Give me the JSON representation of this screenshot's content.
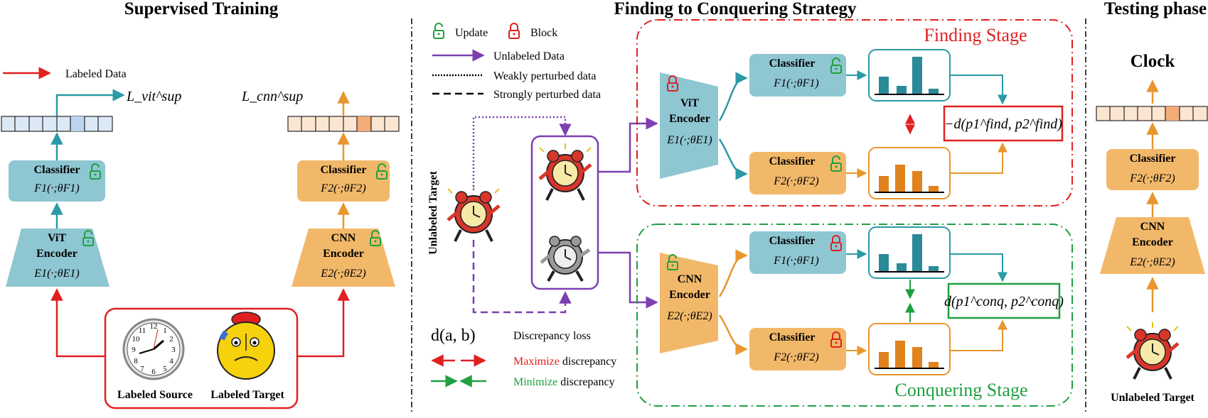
{
  "sections": {
    "supervised": "Supervised Training",
    "strategy": "Finding to Conquering Strategy",
    "testing": "Testing phase"
  },
  "legend": {
    "labeled_data": "Labeled Data",
    "update": "Update",
    "block": "Block",
    "unlabeled_data": "Unlabeled Data",
    "weak": "Weakly perturbed data",
    "strong": "Strongly perturbed data",
    "discrepancy_symbol": "d(a, b)",
    "discrepancy_loss": "Discrepancy loss",
    "maximize_word": "Maximize",
    "minimize_word": "Minimize",
    "discrepancy_word": " discrepancy"
  },
  "blocks": {
    "classifier": "Classifier",
    "vit": "ViT",
    "cnn": "CNN",
    "encoder": "Encoder",
    "f1": "F1(·;θF1)",
    "f2": "F2(·;θF2)",
    "e1": "E1(·;θE1)",
    "e2": "E2(·;θE2)"
  },
  "losses": {
    "vit": "L_vit^sup",
    "cnn": "L_cnn^sup",
    "find": "−d(p1^find, p2^find)",
    "conq": "d(p1^conq, p2^conq)"
  },
  "labels": {
    "labeled_source": "Labeled Source",
    "labeled_target": "Labeled Target",
    "unlabeled_target": "Unlabeled Target",
    "finding_stage": "Finding Stage",
    "conquering_stage": "Conquering Stage",
    "clock": "Clock"
  },
  "colors": {
    "teal": "#8ec6d2",
    "orange": "#f2b86a",
    "red": "#e02020",
    "green": "#20a040",
    "purple": "#7d3fb0",
    "arrow_teal": "#2b9aa6",
    "arrow_orange": "#e8962e"
  }
}
